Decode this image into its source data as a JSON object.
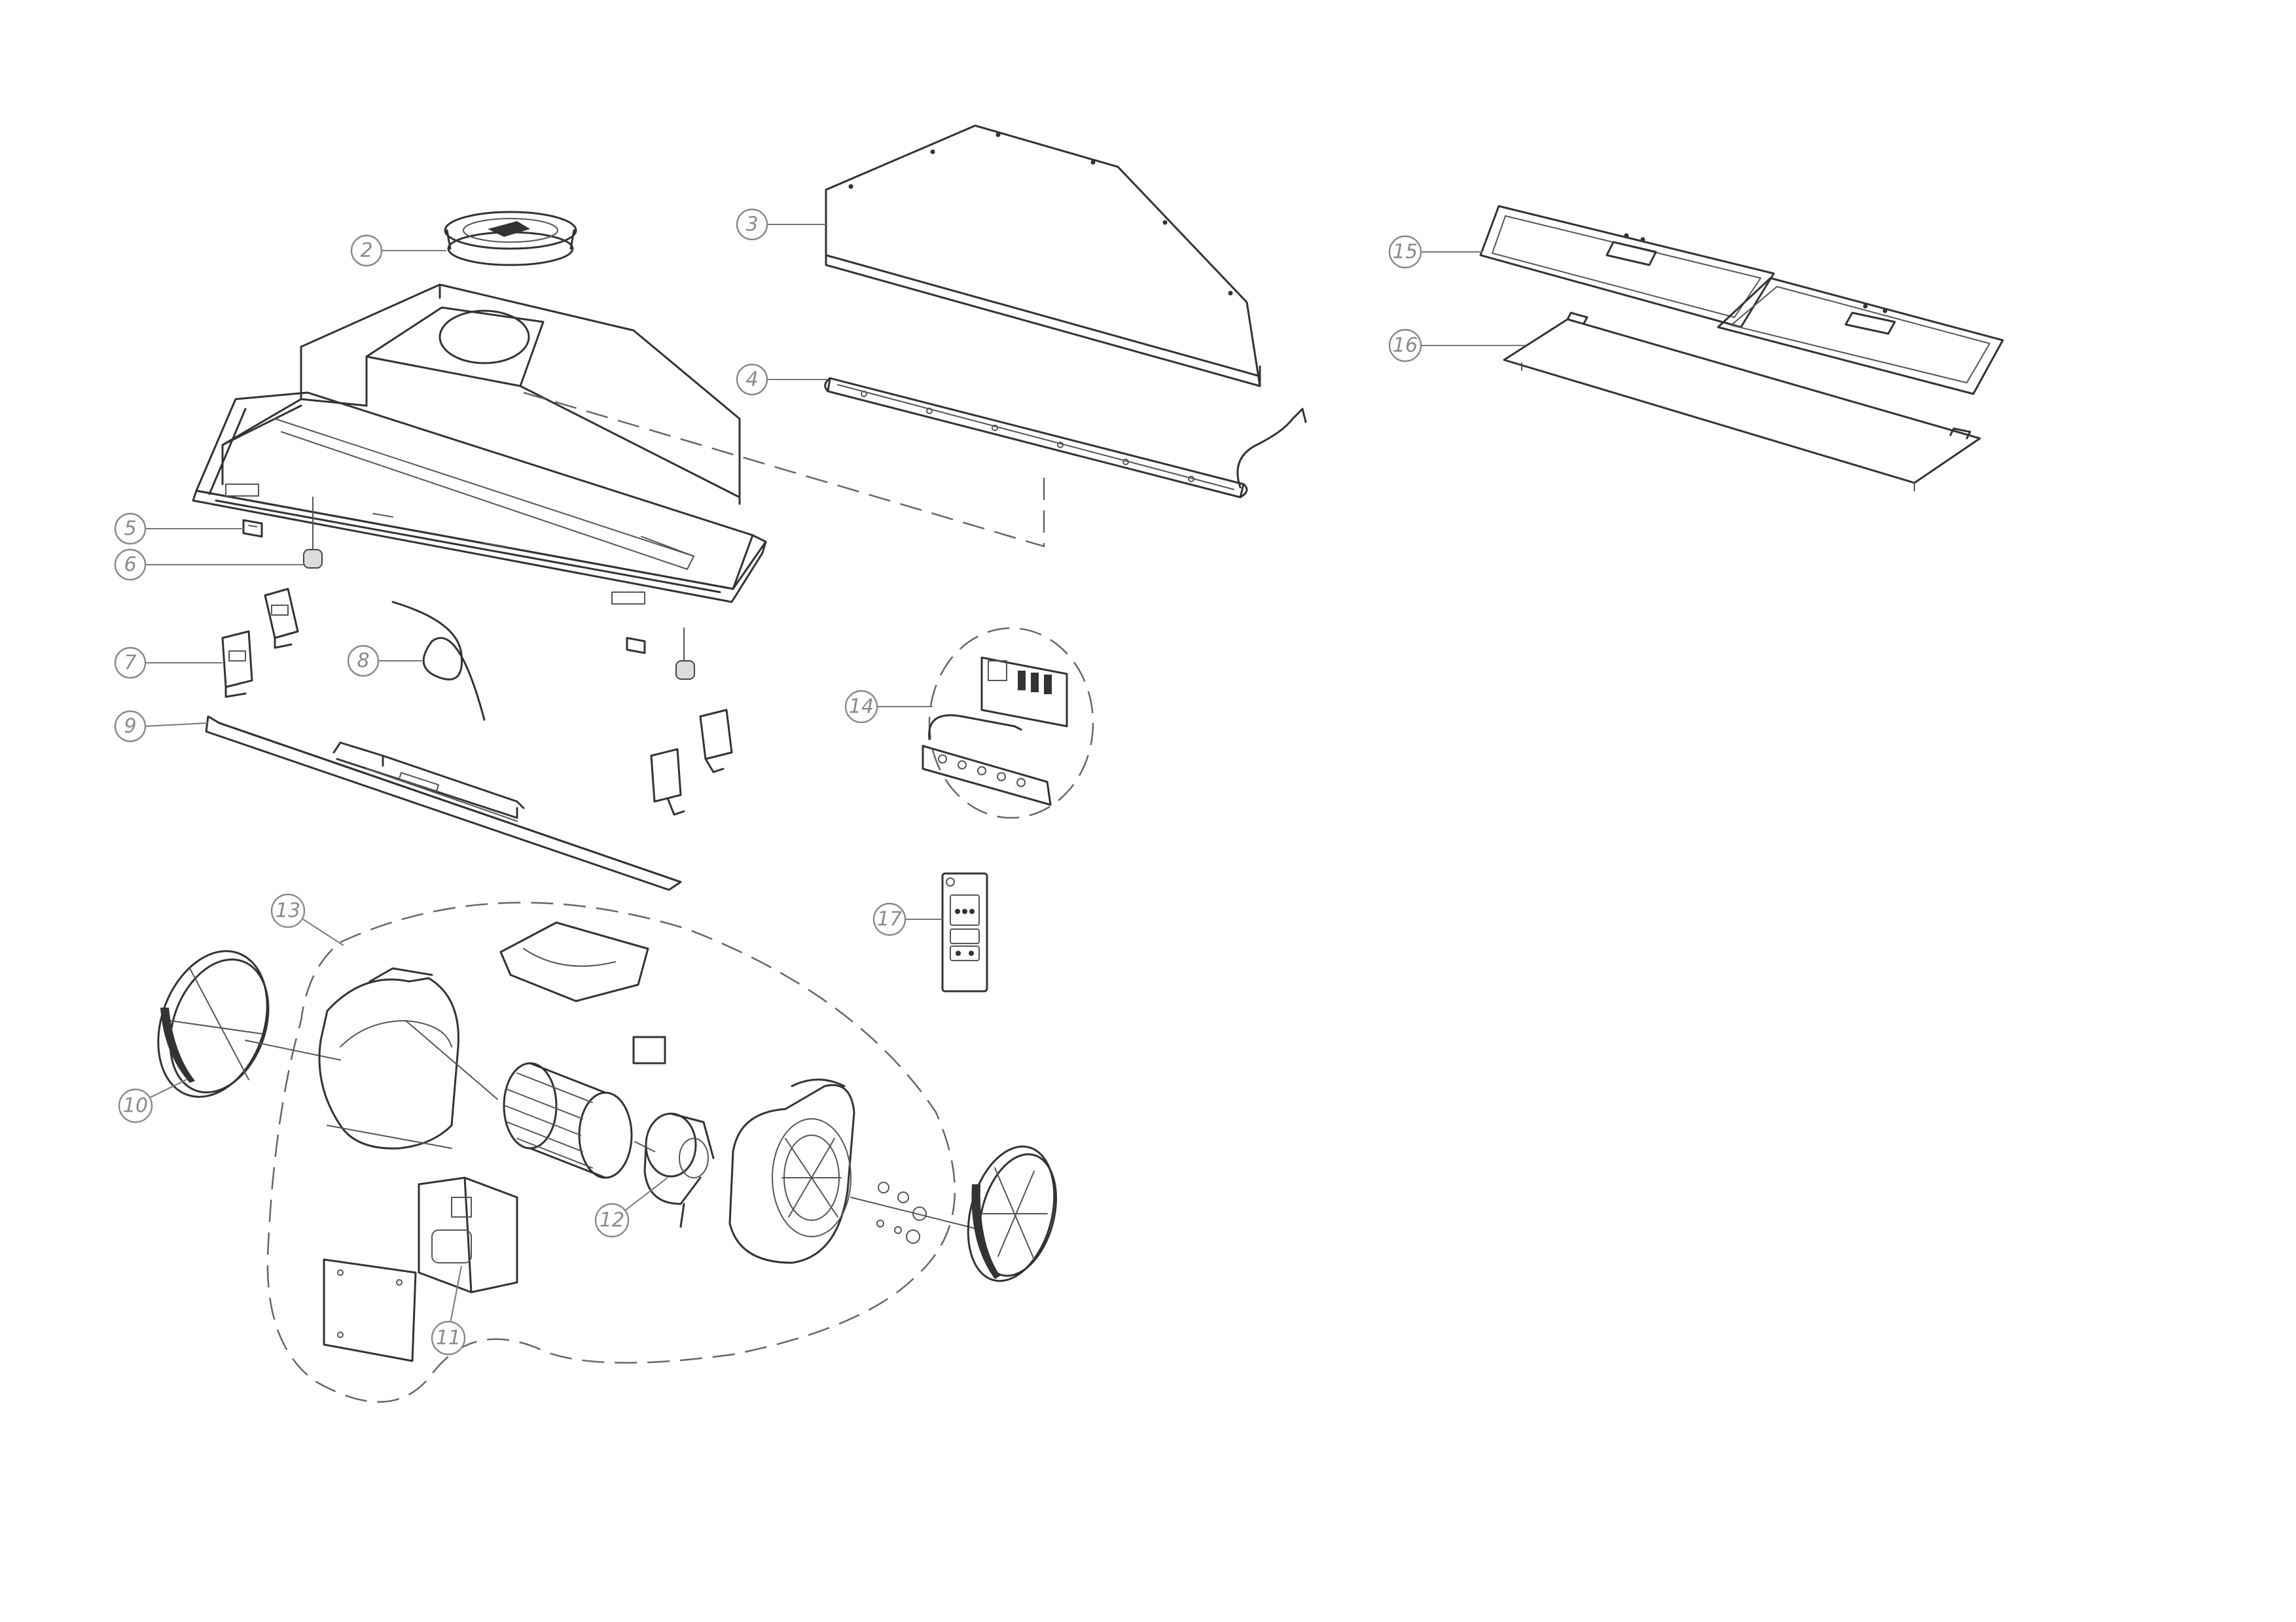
{
  "callouts": [
    {
      "id": "2",
      "label": "2"
    },
    {
      "id": "3",
      "label": "3"
    },
    {
      "id": "4",
      "label": "4"
    },
    {
      "id": "5",
      "label": "5"
    },
    {
      "id": "6",
      "label": "6"
    },
    {
      "id": "7",
      "label": "7"
    },
    {
      "id": "8",
      "label": "8"
    },
    {
      "id": "9",
      "label": "9"
    },
    {
      "id": "10",
      "label": "10"
    },
    {
      "id": "11",
      "label": "11"
    },
    {
      "id": "12",
      "label": "12"
    },
    {
      "id": "13",
      "label": "13"
    },
    {
      "id": "14",
      "label": "14"
    },
    {
      "id": "15",
      "label": "15"
    },
    {
      "id": "16",
      "label": "16"
    },
    {
      "id": "17",
      "label": "17"
    }
  ],
  "colors": {
    "line": "#333333",
    "callout": "#8a8a8a",
    "background": "#ffffff"
  }
}
